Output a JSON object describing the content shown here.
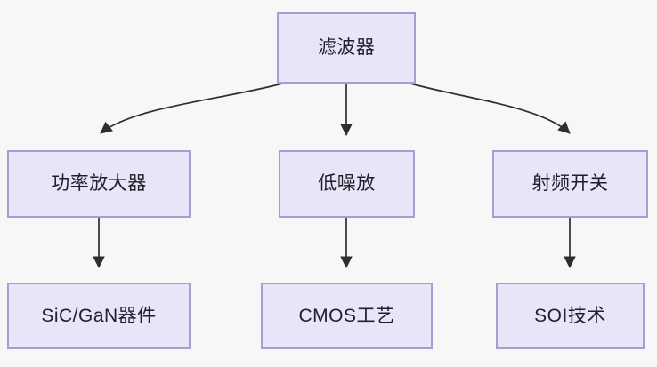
{
  "diagram": {
    "type": "flowchart",
    "orientation": "top-down",
    "background_color": "#f7f7f8",
    "node_fill_color": "#e7e5f8",
    "node_border_color": "#a99bd4",
    "edge_color": "#2d2d33",
    "text_color": "#20202a",
    "nodes": [
      {
        "id": "filter",
        "label": "滤波器",
        "row": "top"
      },
      {
        "id": "pa",
        "label": "功率放大器",
        "row": "middle"
      },
      {
        "id": "lna",
        "label": "低噪放",
        "row": "middle"
      },
      {
        "id": "rfswitch",
        "label": "射频开关",
        "row": "middle"
      },
      {
        "id": "sicgan",
        "label": "SiC/GaN器件",
        "row": "bottom"
      },
      {
        "id": "cmos",
        "label": "CMOS工艺",
        "row": "bottom"
      },
      {
        "id": "soi",
        "label": "SOI技术",
        "row": "bottom"
      }
    ],
    "edges": [
      {
        "from": "filter",
        "to": "pa",
        "style": "curved",
        "arrow": "triangle"
      },
      {
        "from": "filter",
        "to": "lna",
        "style": "straight",
        "arrow": "triangle"
      },
      {
        "from": "filter",
        "to": "rfswitch",
        "style": "curved",
        "arrow": "triangle"
      },
      {
        "from": "pa",
        "to": "sicgan",
        "style": "straight",
        "arrow": "triangle"
      },
      {
        "from": "lna",
        "to": "cmos",
        "style": "straight",
        "arrow": "triangle"
      },
      {
        "from": "rfswitch",
        "to": "soi",
        "style": "straight",
        "arrow": "triangle"
      }
    ]
  }
}
